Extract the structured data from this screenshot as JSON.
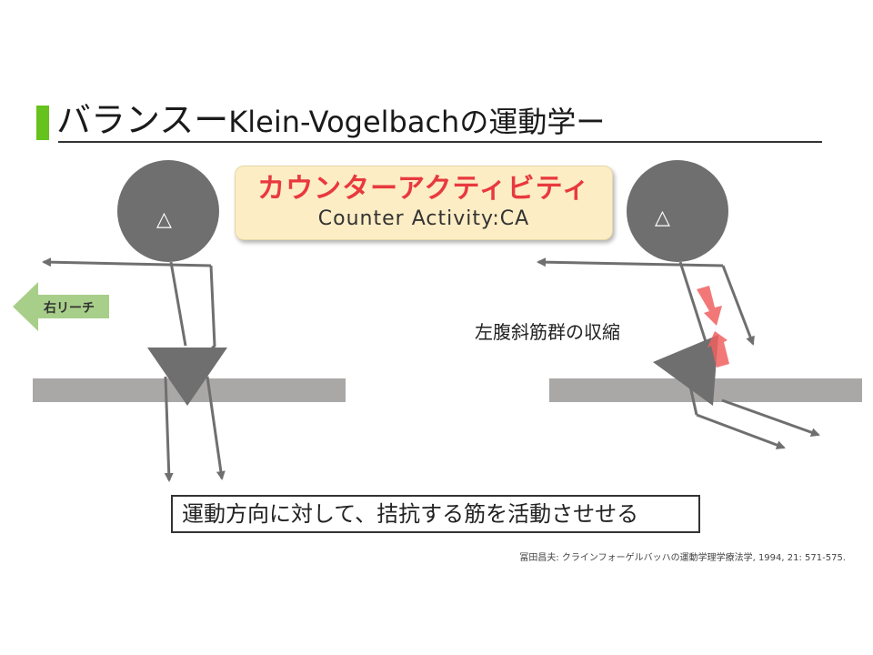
{
  "slide": {
    "title_main": "バランスー",
    "title_sub": "Klein-Vogelbachの運動学ー",
    "accent_color": "#66c21c"
  },
  "counter_activity": {
    "title": "カウンターアクティビティ",
    "subtitle": "Counter Activity:CA",
    "title_color": "#e8393e",
    "background": "#fdedc5"
  },
  "left_figure": {
    "head_symbol": "△",
    "reach_label": "右リーチ",
    "reach_arrow_color": "#a8cf8a"
  },
  "right_figure": {
    "head_symbol": "△",
    "annotation": "左腹斜筋群の収縮",
    "contraction_color": "#f06060"
  },
  "caption": "運動方向に対して、拮抗する筋を活動させせる",
  "reference": "冨田昌夫: クラインフォーゲルバッハの運動学理学療法学, 1994, 21: 571-575."
}
